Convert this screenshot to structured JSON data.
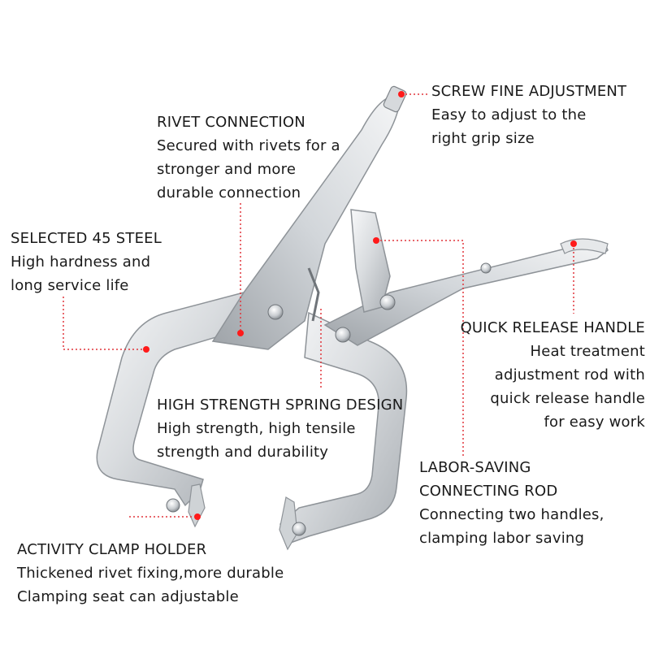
{
  "callouts": {
    "screw": {
      "title": "SCREW FINE ADJUSTMENT",
      "lines": [
        "Easy to adjust to the",
        "right grip size"
      ]
    },
    "rivet": {
      "title": "RIVET CONNECTION",
      "lines": [
        "Secured with rivets for a",
        "stronger and more",
        "durable connection"
      ]
    },
    "steel": {
      "title": "SELECTED 45 STEEL",
      "lines": [
        "High hardness and",
        "long service life"
      ]
    },
    "quick": {
      "title": "QUICK RELEASE HANDLE",
      "lines": [
        "Heat treatment",
        "adjustment rod with",
        "quick release handle",
        "for easy work"
      ]
    },
    "spring": {
      "title": "HIGH STRENGTH SPRING DESIGN",
      "lines": [
        "High strength, high tensile",
        "strength and durability"
      ]
    },
    "rod": {
      "title": "LABOR-SAVING",
      "lines": [
        "CONNECTING ROD",
        "Connecting two handles,",
        "clamping labor saving"
      ]
    },
    "clamp": {
      "title": "ACTIVITY CLAMP HOLDER",
      "lines": [
        "Thickened rivet fixing,more durable",
        "Clamping seat can adjustable"
      ]
    }
  },
  "colors": {
    "leader": "#e0353b",
    "dot": "#ff1a1a",
    "metal_light": "#eef0f2",
    "metal_mid": "#c4c8cc",
    "metal_dark": "#8e9398",
    "text": "#1a1a1a"
  },
  "image": {
    "subject": "c-clamp-locking-pliers-icon"
  }
}
